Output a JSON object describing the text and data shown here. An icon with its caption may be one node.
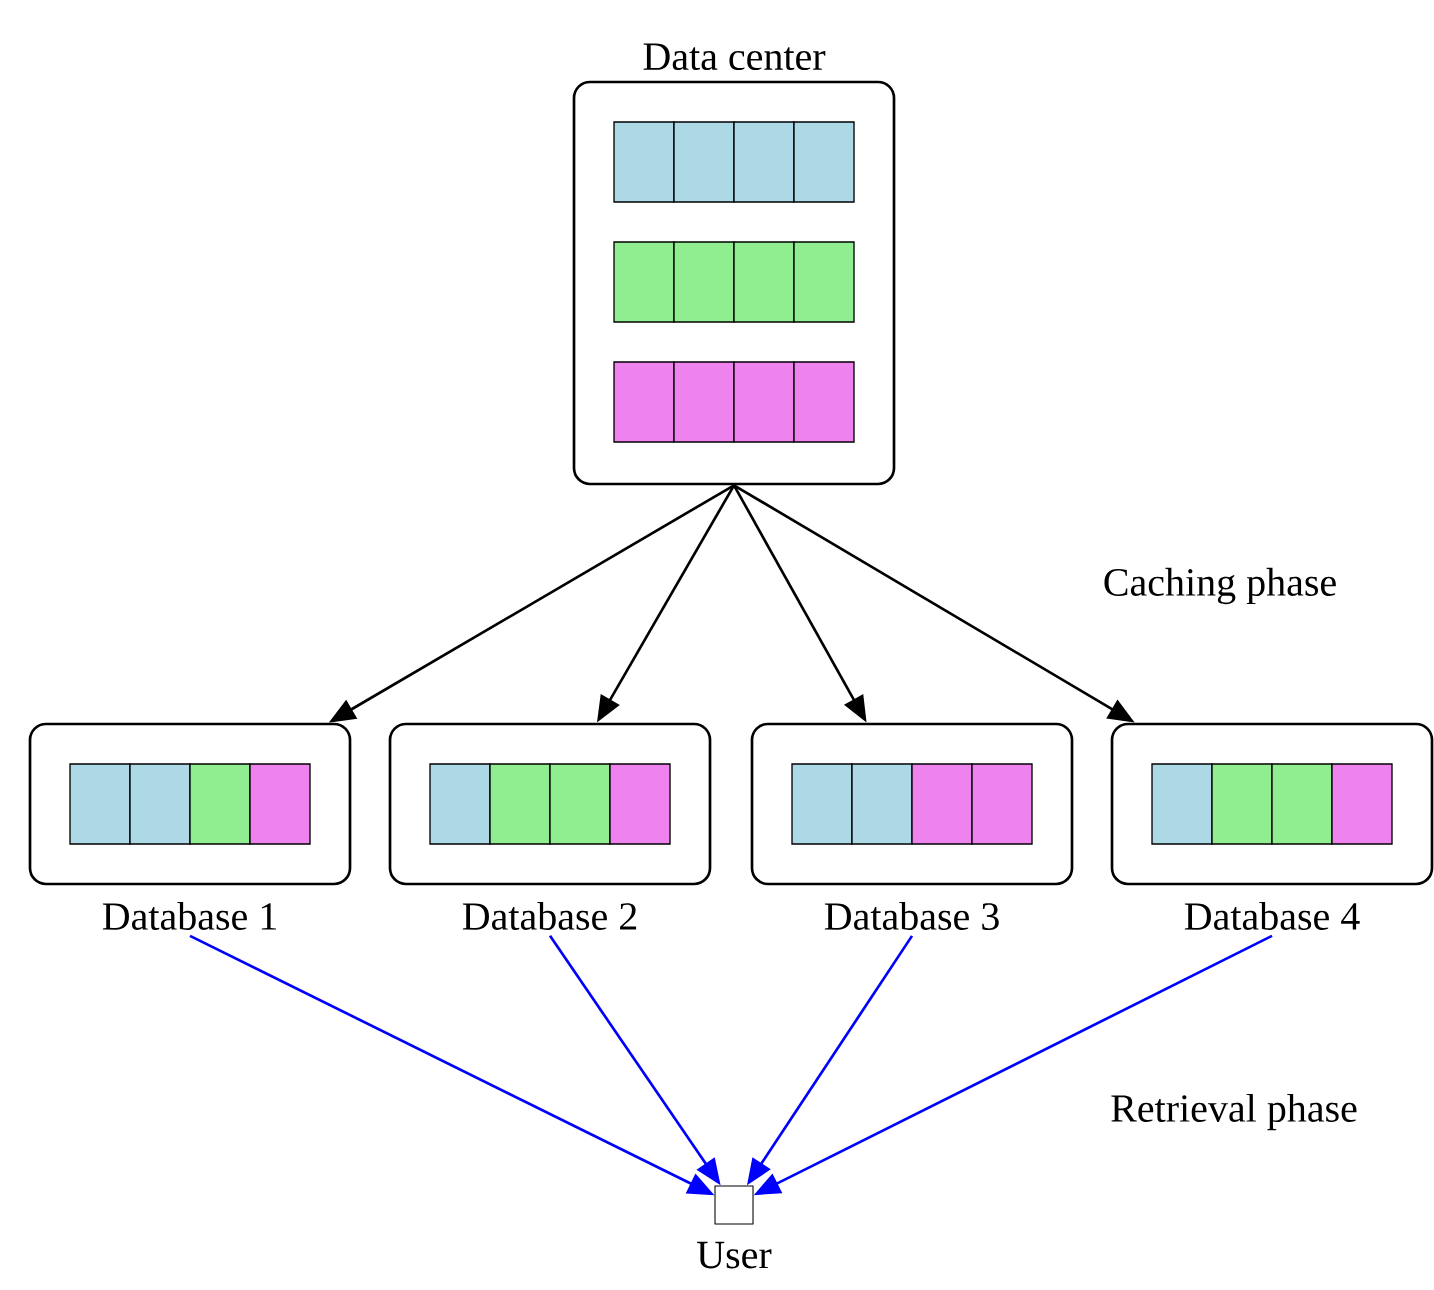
{
  "diagram": {
    "nodes": [
      {
        "text": [
          "Data center"
        ]
      },
      {
        "text": [
          "Database 1"
        ]
      },
      {
        "text": [
          "Database 2"
        ]
      },
      {
        "text": [
          "Database 3"
        ]
      },
      {
        "text": [
          "Database 4"
        ]
      },
      {
        "text": [
          "User"
        ]
      }
    ],
    "edges": [
      {
        "from": 0,
        "to": 1,
        "arrow": "to",
        "color": "#000000"
      },
      {
        "from": 0,
        "to": 2,
        "arrow": "to",
        "color": "#000000"
      },
      {
        "from": 0,
        "to": 3,
        "arrow": "to",
        "color": "#000000"
      },
      {
        "from": 0,
        "to": 4,
        "arrow": "to",
        "color": "#000000"
      },
      {
        "from": 1,
        "to": 5,
        "arrow": "to",
        "color": "#0000ff"
      },
      {
        "from": 2,
        "to": 5,
        "arrow": "to",
        "color": "#0000ff"
      },
      {
        "from": 3,
        "to": 5,
        "arrow": "to",
        "color": "#0000ff"
      },
      {
        "from": 4,
        "to": 5,
        "arrow": "to",
        "color": "#0000ff"
      }
    ],
    "labels": [
      "Caching phase",
      "Retrieval phase"
    ]
  }
}
